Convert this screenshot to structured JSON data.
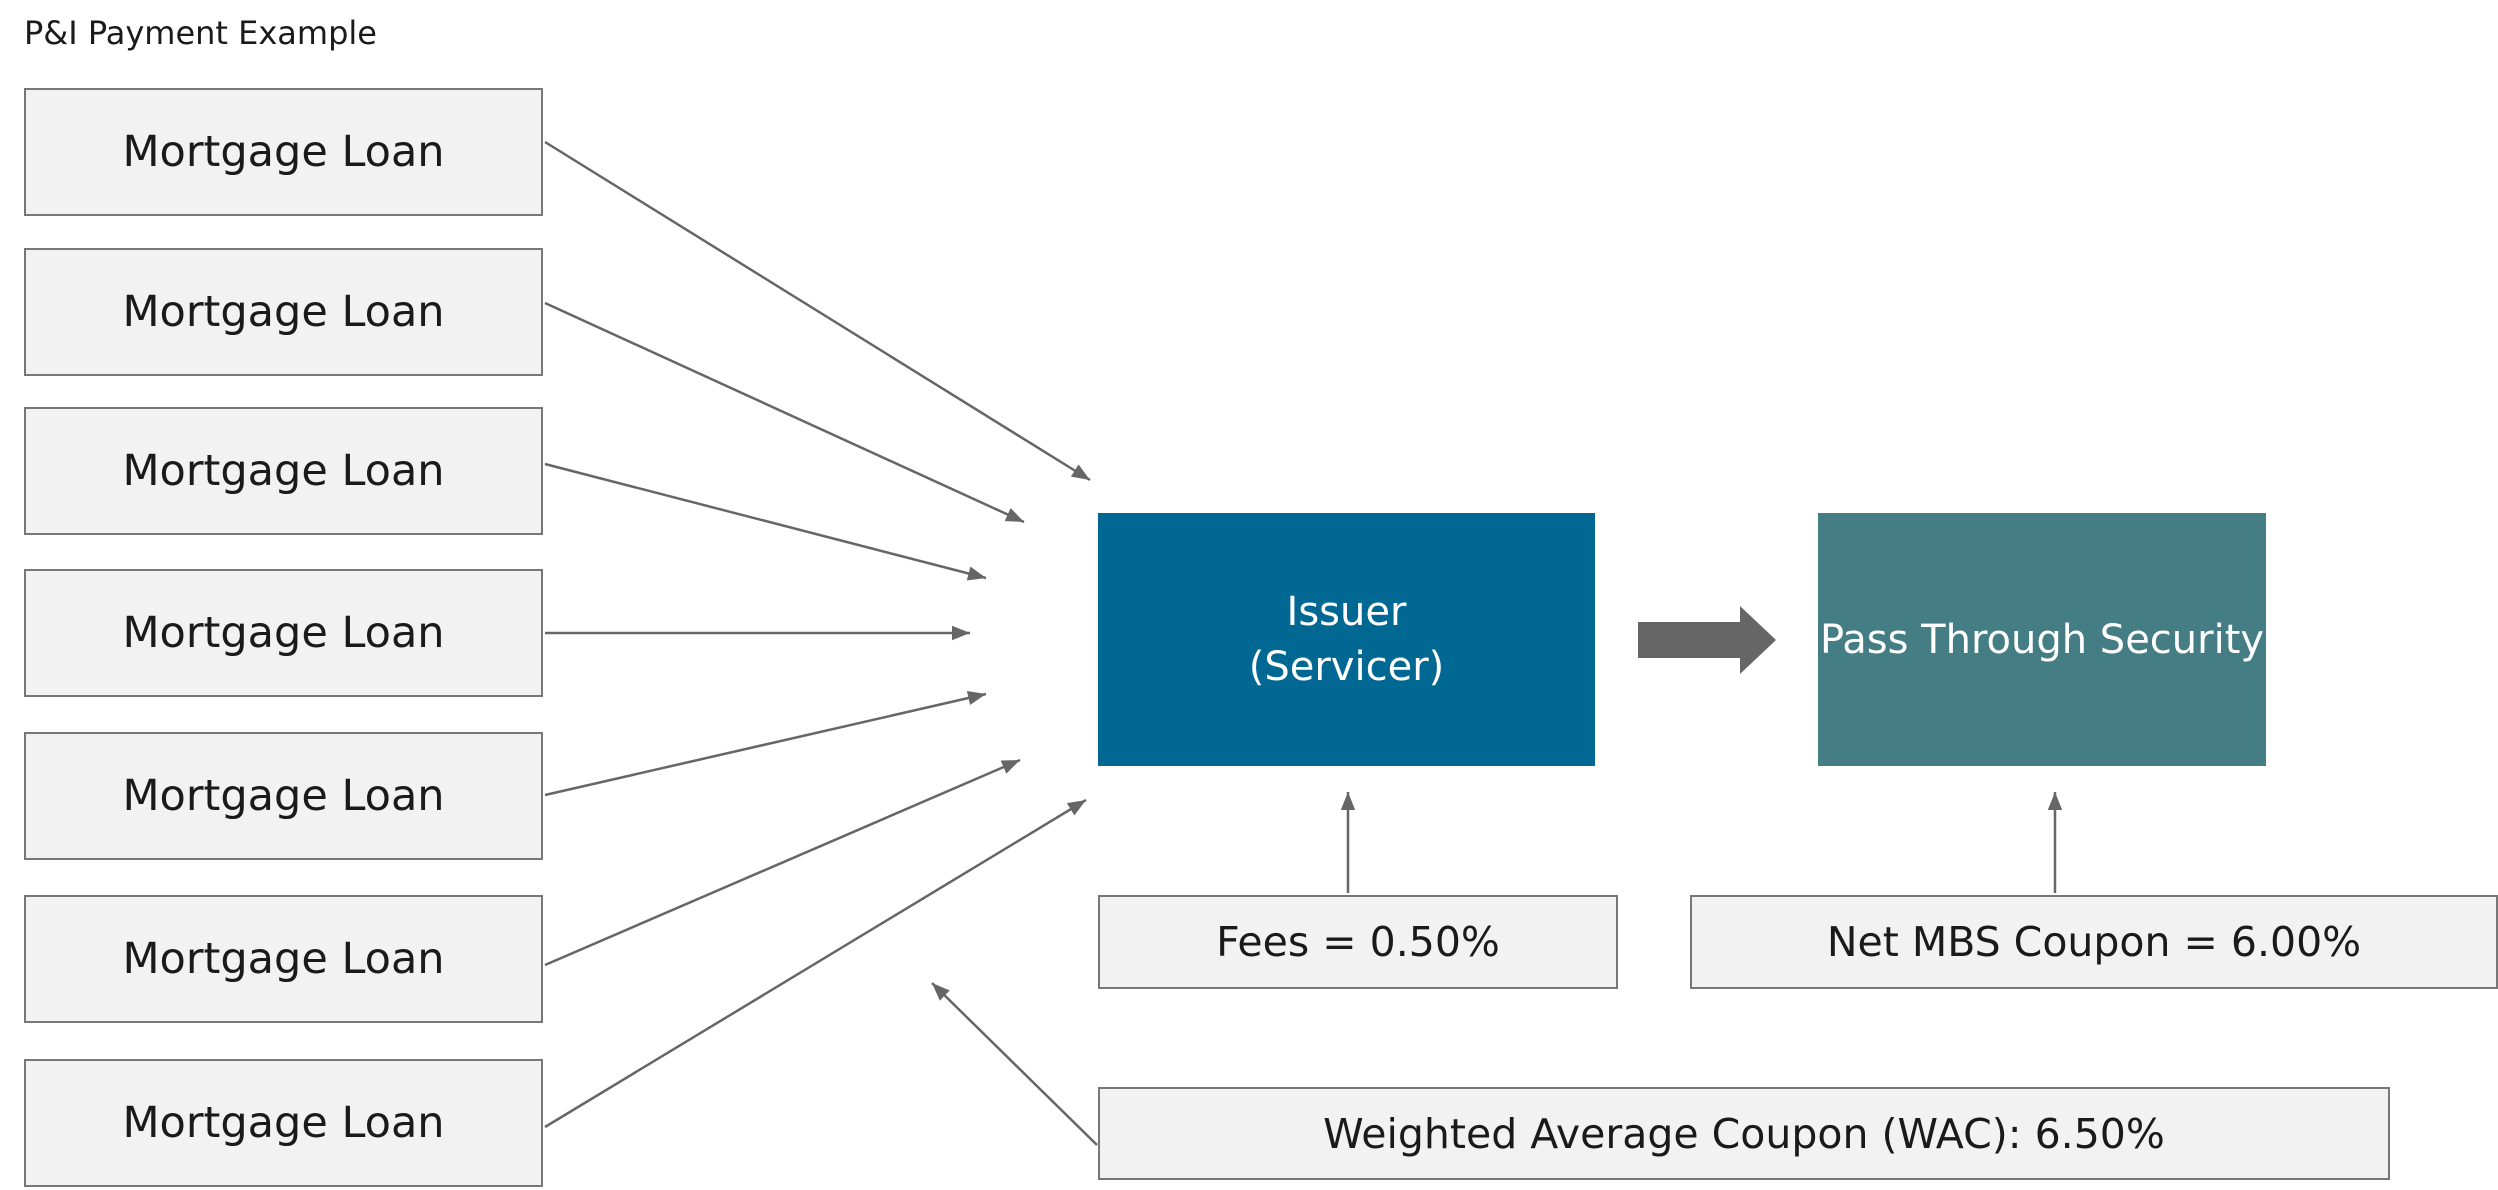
{
  "title": "P&I Payment Example",
  "loans": [
    {
      "label": "Mortgage Loan"
    },
    {
      "label": "Mortgage Loan"
    },
    {
      "label": "Mortgage Loan"
    },
    {
      "label": "Mortgage Loan"
    },
    {
      "label": "Mortgage Loan"
    },
    {
      "label": "Mortgage Loan"
    },
    {
      "label": "Mortgage Loan"
    }
  ],
  "issuer": {
    "line1": "Issuer",
    "line2": "(Servicer)"
  },
  "pass_through": {
    "label": "Pass Through Security"
  },
  "fees": {
    "label": "Fees = 0.50%"
  },
  "net_coupon": {
    "label": "Net MBS Coupon = 6.00%"
  },
  "wac": {
    "label": "Weighted Average Coupon (WAC): 6.50%"
  },
  "colors": {
    "issuer": "#006892",
    "pass_through": "#447d84",
    "box_fill": "#f2f2f2",
    "border": "#777777",
    "arrow": "#666666"
  }
}
